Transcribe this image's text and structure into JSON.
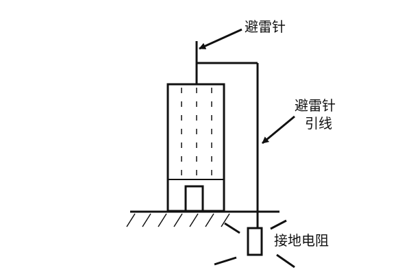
{
  "labels": {
    "lightning_rod": "避雷针",
    "down_conductor_line1": "避雷针",
    "down_conductor_line2": "引线",
    "grounding_resistor": "接地电阻"
  },
  "colors": {
    "stroke": "#111111",
    "background": "#ffffff"
  }
}
